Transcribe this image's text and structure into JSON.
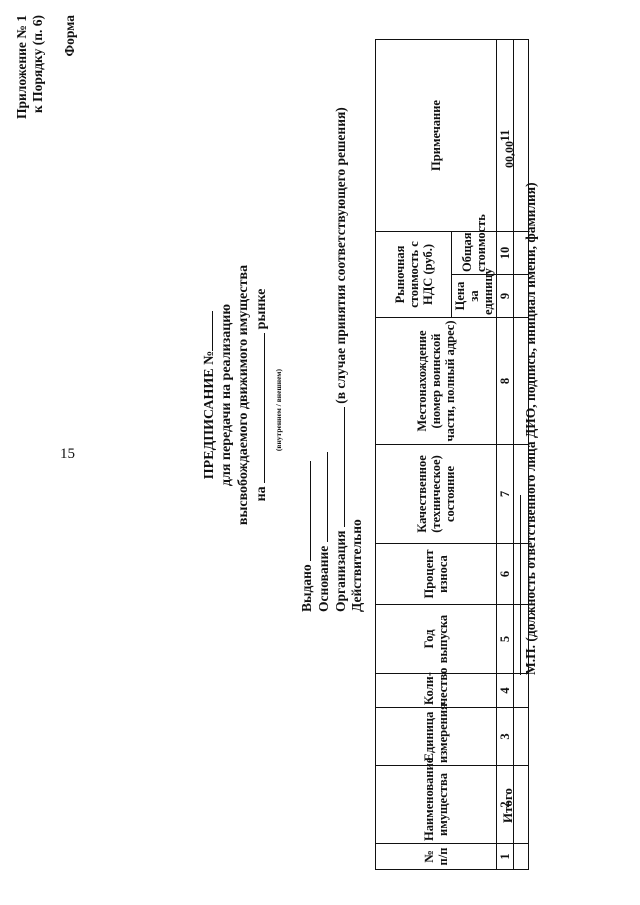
{
  "page_number": "15",
  "appendix": {
    "line1": "Приложение № 1",
    "line2": "к Порядку (п. 6)",
    "form_label": "Форма"
  },
  "title": {
    "heading": "ПРЕДПИСАНИЕ №",
    "line2": "для передачи на реализацию",
    "line3": "высвобождаемого движимого имущества",
    "na_word": "на",
    "market_word": "рынке",
    "market_hint": "(внутреннем / внешнем)"
  },
  "fields": {
    "issued": "Выдано",
    "basis": "Основание",
    "organization": "Организация",
    "organization_note": "(в случае принятия соответствующего решения)",
    "valid": "Действительно"
  },
  "table": {
    "headers": {
      "num": "№ п/п",
      "name": "Наименование имущества",
      "unit": "Единица измерения",
      "qty": "Коли-чество",
      "year": "Год выпуска",
      "wear": "Процент износа",
      "condition": "Качественное (техническое) состояние",
      "location": "Местонахождение (номер воинской части, полный адрес)",
      "market_value": "Рыночная стоимость с НДС (руб.)",
      "unit_price": "Цена за единицу",
      "total_cost": "Общая стоимость",
      "note": "Примечание"
    },
    "column_numbers": [
      "1",
      "2",
      "3",
      "4",
      "5",
      "6",
      "7",
      "8",
      "9",
      "10",
      "11"
    ],
    "total_label": "Итого",
    "total_value": "00,00"
  },
  "signature": {
    "text": "М.П. (должность ответственного лица ДИО, подпись, инициал имени, фамилия)"
  }
}
